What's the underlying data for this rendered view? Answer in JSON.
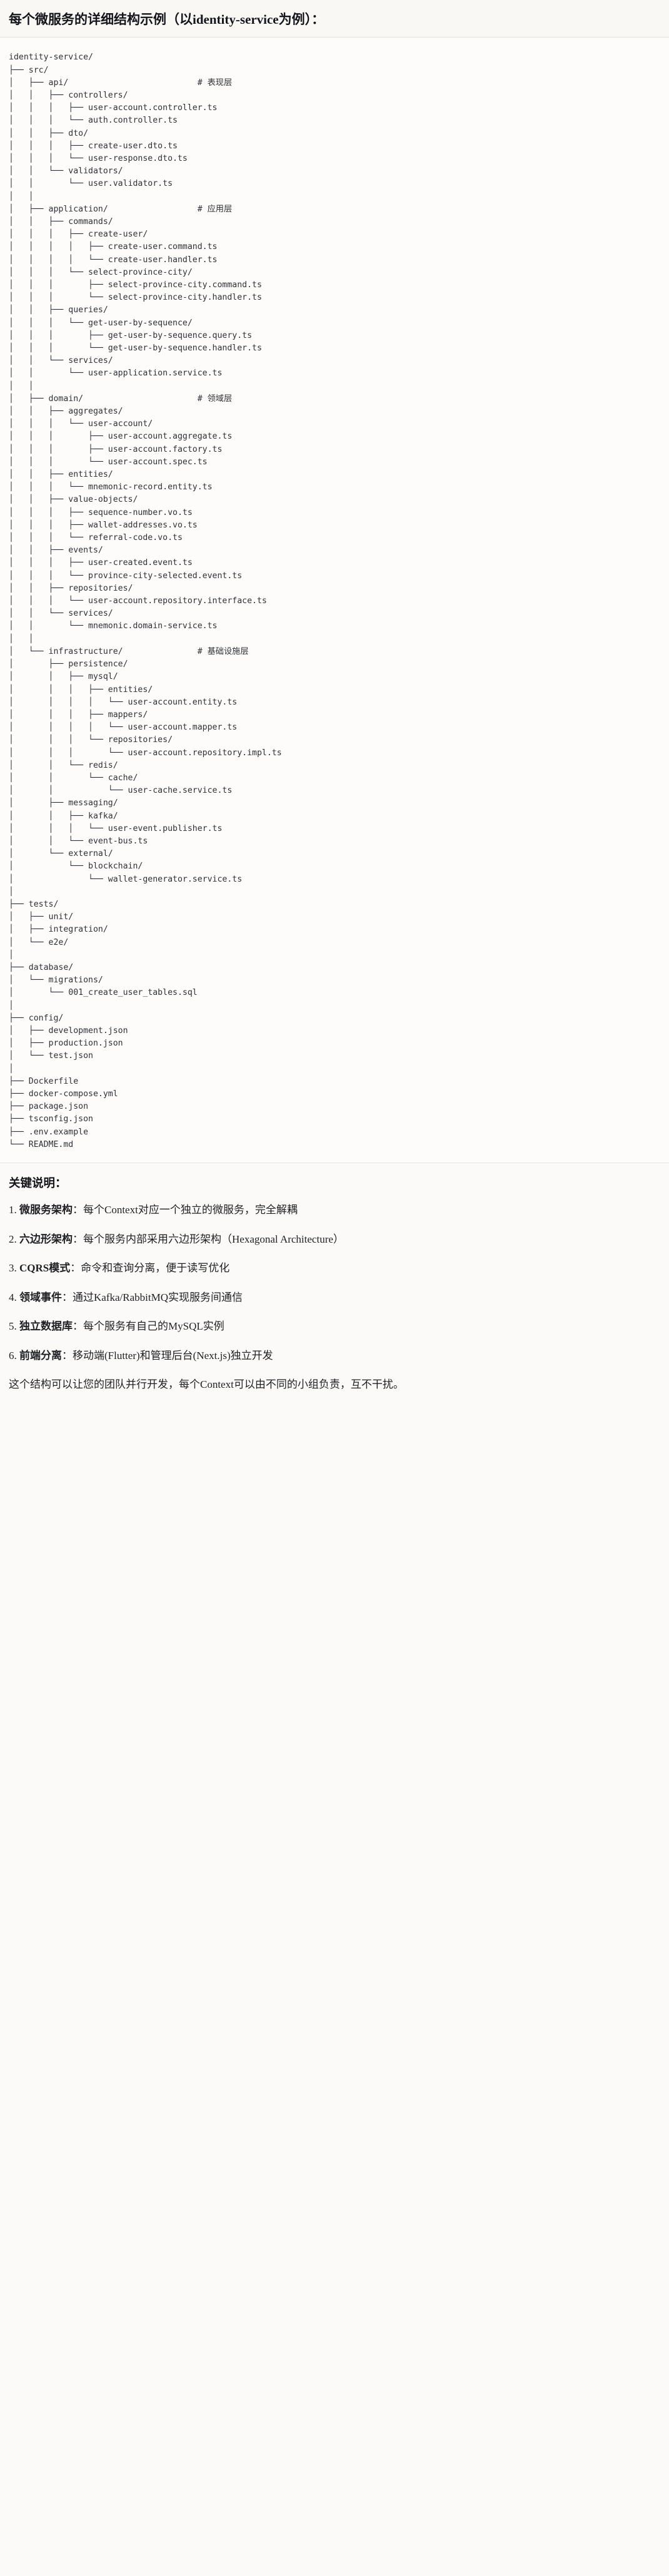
{
  "heading": {
    "title": "每个微服务的详细结构示例（以identity-service为例）："
  },
  "tree": {
    "text": "identity-service/\n├── src/\n│   ├── api/                          # 表现层\n│   │   ├── controllers/\n│   │   │   ├── user-account.controller.ts\n│   │   │   └── auth.controller.ts\n│   │   ├── dto/\n│   │   │   ├── create-user.dto.ts\n│   │   │   └── user-response.dto.ts\n│   │   └── validators/\n│   │       └── user.validator.ts\n│   │\n│   ├── application/                  # 应用层\n│   │   ├── commands/\n│   │   │   ├── create-user/\n│   │   │   │   ├── create-user.command.ts\n│   │   │   │   └── create-user.handler.ts\n│   │   │   └── select-province-city/\n│   │   │       ├── select-province-city.command.ts\n│   │   │       └── select-province-city.handler.ts\n│   │   ├── queries/\n│   │   │   └── get-user-by-sequence/\n│   │   │       ├── get-user-by-sequence.query.ts\n│   │   │       └── get-user-by-sequence.handler.ts\n│   │   └── services/\n│   │       └── user-application.service.ts\n│   │\n│   ├── domain/                       # 领域层\n│   │   ├── aggregates/\n│   │   │   └── user-account/\n│   │   │       ├── user-account.aggregate.ts\n│   │   │       ├── user-account.factory.ts\n│   │   │       └── user-account.spec.ts\n│   │   ├── entities/\n│   │   │   └── mnemonic-record.entity.ts\n│   │   ├── value-objects/\n│   │   │   ├── sequence-number.vo.ts\n│   │   │   ├── wallet-addresses.vo.ts\n│   │   │   └── referral-code.vo.ts\n│   │   ├── events/\n│   │   │   ├── user-created.event.ts\n│   │   │   └── province-city-selected.event.ts\n│   │   ├── repositories/\n│   │   │   └── user-account.repository.interface.ts\n│   │   └── services/\n│   │       └── mnemonic.domain-service.ts\n│   │\n│   └── infrastructure/               # 基础设施层\n│       ├── persistence/\n│       │   ├── mysql/\n│       │   │   ├── entities/\n│       │   │   │   └── user-account.entity.ts\n│       │   │   ├── mappers/\n│       │   │   │   └── user-account.mapper.ts\n│       │   │   └── repositories/\n│       │   │       └── user-account.repository.impl.ts\n│       │   └── redis/\n│       │       └── cache/\n│       │           └── user-cache.service.ts\n│       ├── messaging/\n│       │   ├── kafka/\n│       │   │   └── user-event.publisher.ts\n│       │   └── event-bus.ts\n│       └── external/\n│           └── blockchain/\n│               └── wallet-generator.service.ts\n│\n├── tests/\n│   ├── unit/\n│   ├── integration/\n│   └── e2e/\n│\n├── database/\n│   └── migrations/\n│       └── 001_create_user_tables.sql\n│\n├── config/\n│   ├── development.json\n│   ├── production.json\n│   └── test.json\n│\n├── Dockerfile\n├── docker-compose.yml\n├── package.json\n├── tsconfig.json\n├── .env.example\n└── README.md"
  },
  "notes": {
    "title": "关键说明：",
    "items": [
      {
        "term": "微服务架构",
        "desc": "：每个Context对应一个独立的微服务，完全解耦"
      },
      {
        "term": "六边形架构",
        "desc": "：每个服务内部采用六边形架构（Hexagonal Architecture）"
      },
      {
        "term": "CQRS模式",
        "desc": "：命令和查询分离，便于读写优化"
      },
      {
        "term": "领域事件",
        "desc": "：通过Kafka/RabbitMQ实现服务间通信"
      },
      {
        "term": "独立数据库",
        "desc": "：每个服务有自己的MySQL实例"
      },
      {
        "term": "前端分离",
        "desc": "：移动端(Flutter)和管理后台(Next.js)独立开发"
      }
    ],
    "closing": "这个结构可以让您的团队并行开发，每个Context可以由不同的小组负责，互不干扰。"
  }
}
